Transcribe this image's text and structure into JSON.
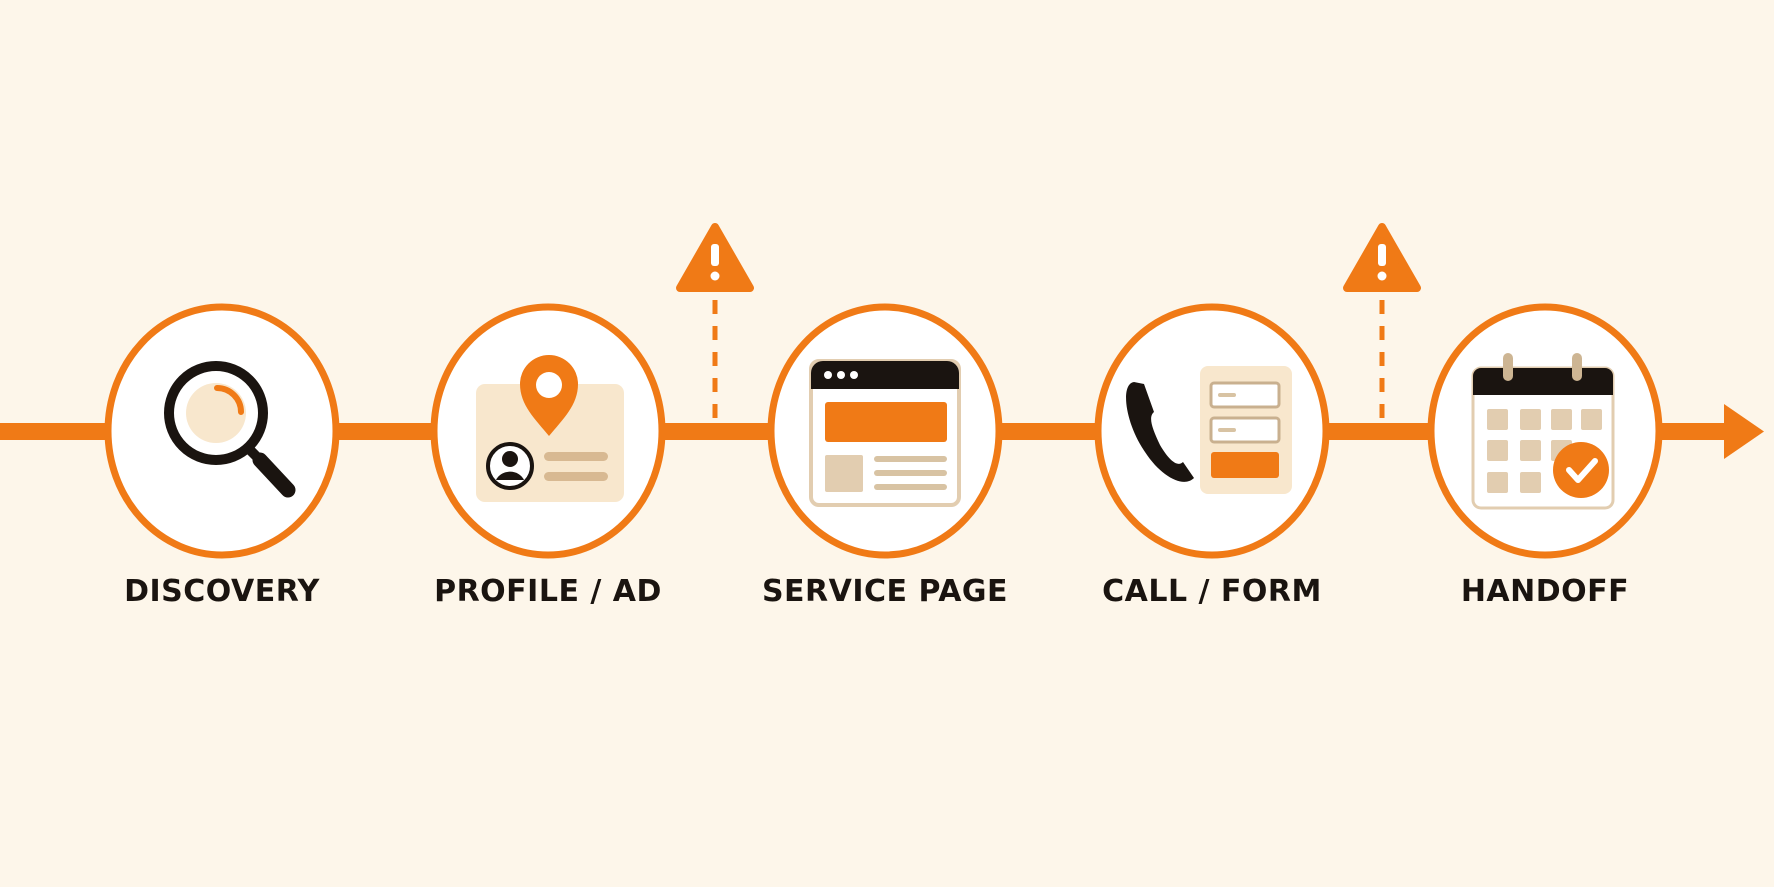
{
  "colors": {
    "background": "#fdf6ea",
    "accent": "#f07a16",
    "ink": "#1a1410",
    "tan": "#e2cdb0",
    "cream": "#f8e7cd",
    "circle_fill": "#ffffff"
  },
  "steps": [
    {
      "label": "DISCOVERY",
      "icon": "magnifying-glass-icon"
    },
    {
      "label": "PROFILE / AD",
      "icon": "location-profile-card-icon"
    },
    {
      "label": "SERVICE PAGE",
      "icon": "browser-window-icon"
    },
    {
      "label": "CALL / FORM",
      "icon": "phone-form-icon"
    },
    {
      "label": "HANDOFF",
      "icon": "calendar-check-icon"
    }
  ],
  "warnings": [
    {
      "between": [
        "PROFILE / AD",
        "SERVICE PAGE"
      ],
      "icon": "warning-icon"
    },
    {
      "between": [
        "CALL / FORM",
        "HANDOFF"
      ],
      "icon": "warning-icon"
    }
  ]
}
